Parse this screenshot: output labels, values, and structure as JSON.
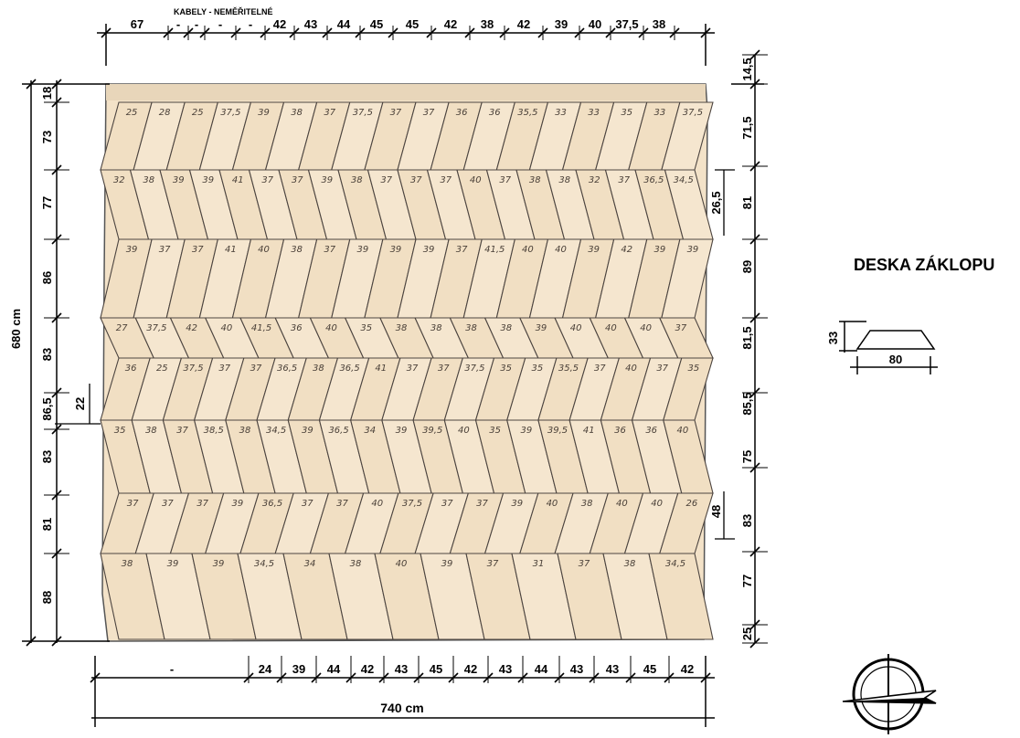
{
  "top_dimensions": {
    "cable_label": "KABELY - NEMĚŘITELNÉ",
    "values": [
      "67",
      "-",
      "-",
      "-",
      "-",
      "42",
      "43",
      "44",
      "45",
      "45",
      "42",
      "38",
      "42",
      "39",
      "40",
      "37,5",
      "38"
    ]
  },
  "bottom_dimensions": {
    "values": [
      "-",
      "24",
      "39",
      "44",
      "42",
      "43",
      "45",
      "42",
      "43",
      "44",
      "43",
      "43",
      "45",
      "42"
    ],
    "total": "740 cm"
  },
  "left_dimensions": {
    "total": "680 cm",
    "rows": [
      "18",
      "73",
      "77",
      "86",
      "83",
      "86,5",
      "83",
      "81",
      "88"
    ],
    "offset": "22"
  },
  "right_dimensions": {
    "rows": [
      "14,5",
      "71,5",
      "81",
      "89",
      "81,5",
      "85,5",
      "75",
      "83",
      "77",
      "25"
    ],
    "offset_a": "26,5",
    "offset_b": "48"
  },
  "legend": {
    "title": "DESKA ZÁKLOPU",
    "height": "33",
    "width": "80"
  },
  "rows_labels": [
    [
      "25",
      "28",
      "25",
      "37,5",
      "39",
      "38",
      "37",
      "37,5",
      "37",
      "37",
      "36",
      "36",
      "35,5",
      "33",
      "33",
      "35",
      "33",
      "37,5"
    ],
    [
      "32",
      "38",
      "39",
      "39",
      "41",
      "37",
      "37",
      "39",
      "38",
      "37",
      "37",
      "37",
      "40",
      "37",
      "38",
      "38",
      "32",
      "37",
      "36,5",
      "34,5"
    ],
    [
      "39",
      "37",
      "37",
      "41",
      "40",
      "38",
      "37",
      "39",
      "39",
      "39",
      "37",
      "41,5",
      "40",
      "40",
      "39",
      "42",
      "39",
      "39"
    ],
    [
      "27",
      "37,5",
      "42",
      "40",
      "41,5",
      "36",
      "40",
      "35",
      "38",
      "38",
      "38",
      "38",
      "39",
      "40",
      "40",
      "40",
      "37"
    ],
    [
      "36",
      "25",
      "37,5",
      "37",
      "37",
      "36,5",
      "38",
      "36,5",
      "41",
      "37",
      "37",
      "37,5",
      "35",
      "35",
      "35,5",
      "37",
      "40",
      "37",
      "35"
    ],
    [
      "35",
      "38",
      "37",
      "38,5",
      "38",
      "34,5",
      "39",
      "36,5",
      "34",
      "39",
      "39,5",
      "40",
      "35",
      "39",
      "39,5",
      "41",
      "36",
      "36",
      "40"
    ],
    [
      "37",
      "37",
      "37",
      "39",
      "36,5",
      "37",
      "37",
      "40",
      "37,5",
      "37",
      "37",
      "39",
      "40",
      "38",
      "40",
      "40",
      "26"
    ],
    [
      "38",
      "39",
      "39",
      "34,5",
      "34",
      "38",
      "40",
      "39",
      "37",
      "31",
      "37",
      "38",
      "34,5"
    ]
  ]
}
